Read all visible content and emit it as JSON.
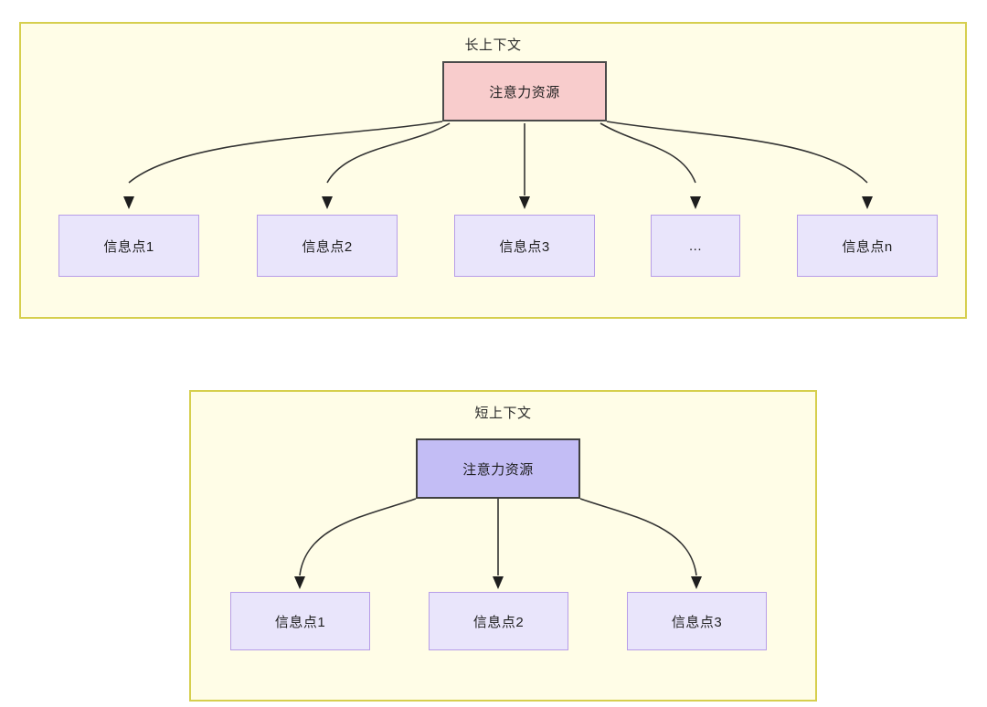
{
  "diagram": {
    "title_visible": false,
    "colors": {
      "panel_fill": "#fffde7",
      "panel_border": "#d6cf4e",
      "root_long_fill": "#f8cccc",
      "root_long_border": "#4a4a4a",
      "root_short_fill": "#c3bdf5",
      "root_short_border": "#404040",
      "leaf_fill": "#e9e5fb",
      "leaf_border": "#b79de8",
      "edge_stroke": "#333333",
      "text": "#1f1f1f"
    },
    "panels": [
      {
        "id": "long-context",
        "title": "长上下文",
        "root": {
          "label": "注意力资源"
        },
        "leaves": [
          {
            "label": "信息点1"
          },
          {
            "label": "信息点2"
          },
          {
            "label": "信息点3"
          },
          {
            "label": "..."
          },
          {
            "label": "信息点n"
          }
        ]
      },
      {
        "id": "short-context",
        "title": "短上下文",
        "root": {
          "label": "注意力资源"
        },
        "leaves": [
          {
            "label": "信息点1"
          },
          {
            "label": "信息点2"
          },
          {
            "label": "信息点3"
          }
        ]
      }
    ]
  }
}
